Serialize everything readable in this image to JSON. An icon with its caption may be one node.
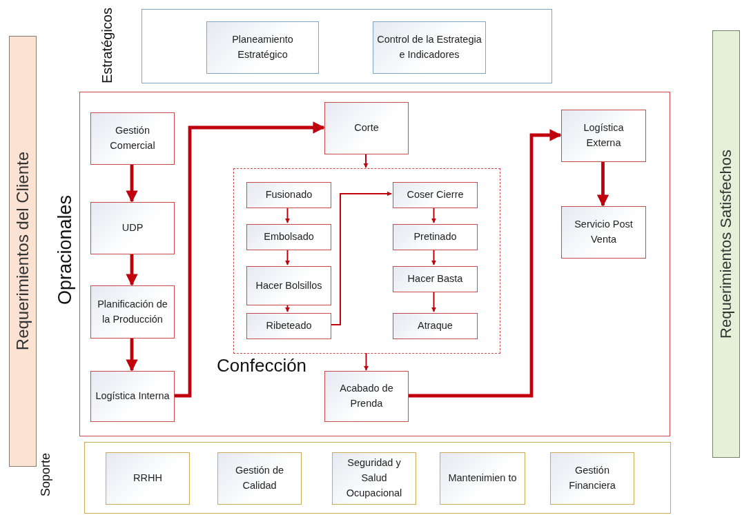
{
  "diagram": {
    "nodes": [
      {
        "text": [
          "Requerimientos del Cliente"
        ]
      },
      {
        "text": [
          "Estratégicos"
        ]
      },
      {
        "text": [
          "Planeamiento Estratégico"
        ],
        "in": 1
      },
      {
        "text": [
          "Control de la Estrategia e Indicadores"
        ],
        "in": 1
      },
      {
        "text": [
          "Opracionales"
        ]
      },
      {
        "text": [
          "Gestión Comercial"
        ],
        "in": 4
      },
      {
        "text": [
          "Corte"
        ],
        "in": 4
      },
      {
        "text": [
          "Logística Externa"
        ],
        "in": 4
      },
      {
        "text": [
          "Confección"
        ],
        "in": 4
      },
      {
        "text": [
          "Fusionado"
        ],
        "in": 8
      },
      {
        "text": [
          "Coser Cierre"
        ],
        "in": 8
      },
      {
        "text": [
          "Embolsado"
        ],
        "in": 8
      },
      {
        "text": [
          "Pretinado"
        ],
        "in": 8
      },
      {
        "text": [
          "Hacer Bolsillos"
        ],
        "in": 8
      },
      {
        "text": [
          "Hacer Basta"
        ],
        "in": 8
      },
      {
        "text": [
          "Ribeteado"
        ],
        "in": 8
      },
      {
        "text": [
          "Atraque"
        ],
        "in": 8
      },
      {
        "text": [
          "UDP"
        ],
        "in": 4
      },
      {
        "text": [
          "Servicio Post Venta"
        ],
        "in": 4
      },
      {
        "text": [
          "Planificación de la Producción"
        ],
        "in": 4
      },
      {
        "text": [
          "Logística Interna"
        ],
        "in": 4
      },
      {
        "text": [
          "Acabado de Prenda"
        ],
        "in": 4
      },
      {
        "text": [
          "Soporte"
        ]
      },
      {
        "text": [
          "RRHH"
        ],
        "in": 22
      },
      {
        "text": [
          "Gestión de Calidad"
        ],
        "in": 22
      },
      {
        "text": [
          "Seguridad y Salud Ocupacional"
        ],
        "in": 22
      },
      {
        "text": [
          "Mantenimien to"
        ],
        "in": 22
      },
      {
        "text": [
          "Gestión Financiera"
        ],
        "in": 22
      },
      {
        "text": [
          "Requerimientos Satisfechos"
        ]
      }
    ],
    "edges": [
      {
        "from": 5,
        "to": 17,
        "arrow": "to",
        "style": "thick"
      },
      {
        "from": 17,
        "to": 19,
        "arrow": "to",
        "style": "thick"
      },
      {
        "from": 19,
        "to": 20,
        "arrow": "to",
        "style": "thick"
      },
      {
        "from": 20,
        "to": 6,
        "arrow": "to",
        "style": "thick"
      },
      {
        "from": 6,
        "to": 8,
        "arrow": "to"
      },
      {
        "from": 9,
        "to": 11,
        "arrow": "to"
      },
      {
        "from": 11,
        "to": 13,
        "arrow": "to"
      },
      {
        "from": 13,
        "to": 15,
        "arrow": "to"
      },
      {
        "from": 15,
        "to": 10,
        "arrow": "to"
      },
      {
        "from": 10,
        "to": 12,
        "arrow": "to"
      },
      {
        "from": 12,
        "to": 14,
        "arrow": "to"
      },
      {
        "from": 14,
        "to": 16,
        "arrow": "to"
      },
      {
        "from": 8,
        "to": 21,
        "arrow": "to"
      },
      {
        "from": 21,
        "to": 7,
        "arrow": "to",
        "style": "thick"
      },
      {
        "from": 7,
        "to": 18,
        "arrow": "to",
        "style": "thick"
      }
    ]
  }
}
